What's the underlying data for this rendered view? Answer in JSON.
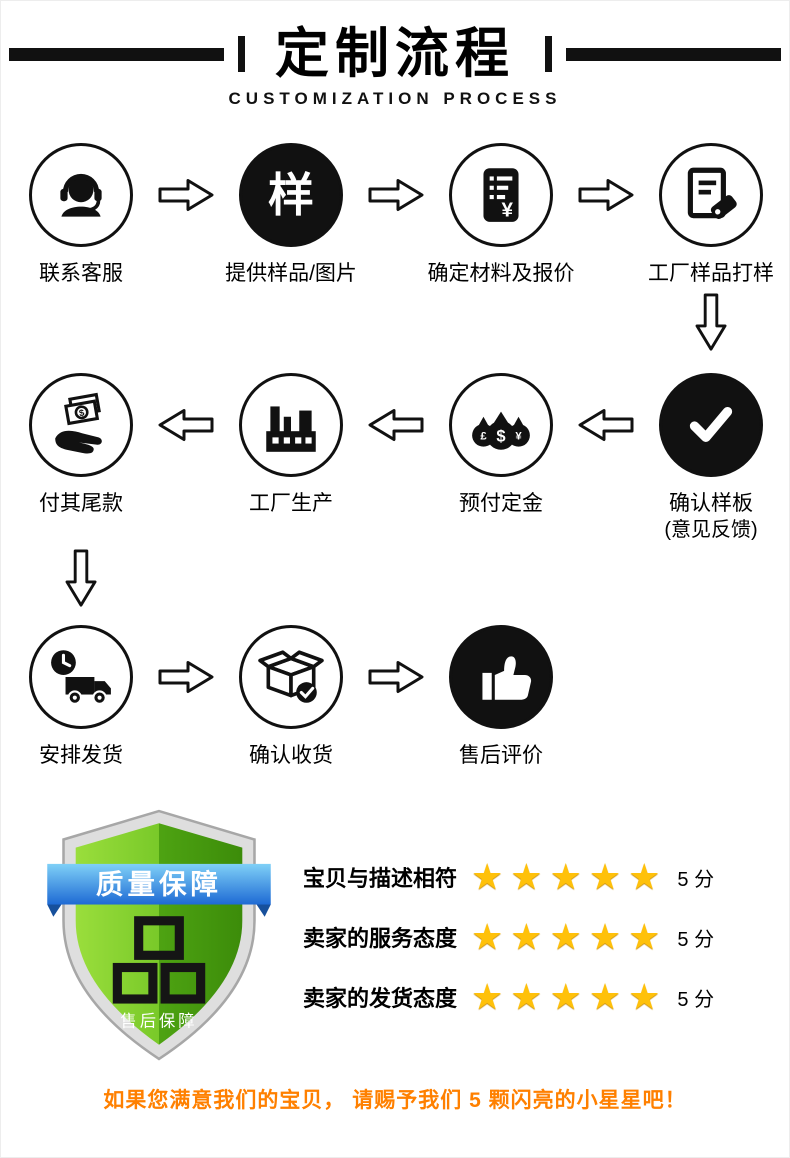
{
  "header": {
    "title": "定制流程",
    "subtitle": "CUSTOMIZATION PROCESS"
  },
  "steps": {
    "row1": [
      {
        "label": "联系客服",
        "icon": "headset-icon"
      },
      {
        "label": "提供样品/图片",
        "glyph": "样",
        "icon": "sample-glyph-icon"
      },
      {
        "label": "确定材料及报价",
        "icon": "quote-document-icon"
      },
      {
        "label": "工厂样品打样",
        "icon": "sample-tag-icon"
      }
    ],
    "row2": [
      {
        "label": "付其尾款",
        "icon": "pay-balance-icon"
      },
      {
        "label": "工厂生产",
        "icon": "factory-icon"
      },
      {
        "label": "预付定金",
        "icon": "money-bags-icon"
      },
      {
        "label": "确认样板",
        "label2": "(意见反馈)",
        "icon": "check-icon"
      }
    ],
    "row3": [
      {
        "label": "安排发货",
        "icon": "delivery-truck-icon"
      },
      {
        "label": "确认收货",
        "icon": "receive-box-icon"
      },
      {
        "label": "售后评价",
        "icon": "thumbs-up-icon"
      }
    ]
  },
  "badge": {
    "ribbon": "质量保障",
    "glyph": "品",
    "caption": "售后保障"
  },
  "ratings": [
    {
      "label": "宝贝与描述相符",
      "stars": 5,
      "score": "5 分"
    },
    {
      "label": "卖家的服务态度",
      "stars": 5,
      "score": "5 分"
    },
    {
      "label": "卖家的发货态度",
      "stars": 5,
      "score": "5 分"
    }
  ],
  "icons": {
    "star": "★"
  },
  "colors": {
    "accent_green": "#6abf1e",
    "ribbon_blue": "#2f86e0",
    "star_gold": "#ffc10a",
    "footer_orange": "#ff8000"
  },
  "footer": {
    "message": "如果您满意我们的宝贝， 请赐予我们 5 颗闪亮的小星星吧！"
  }
}
